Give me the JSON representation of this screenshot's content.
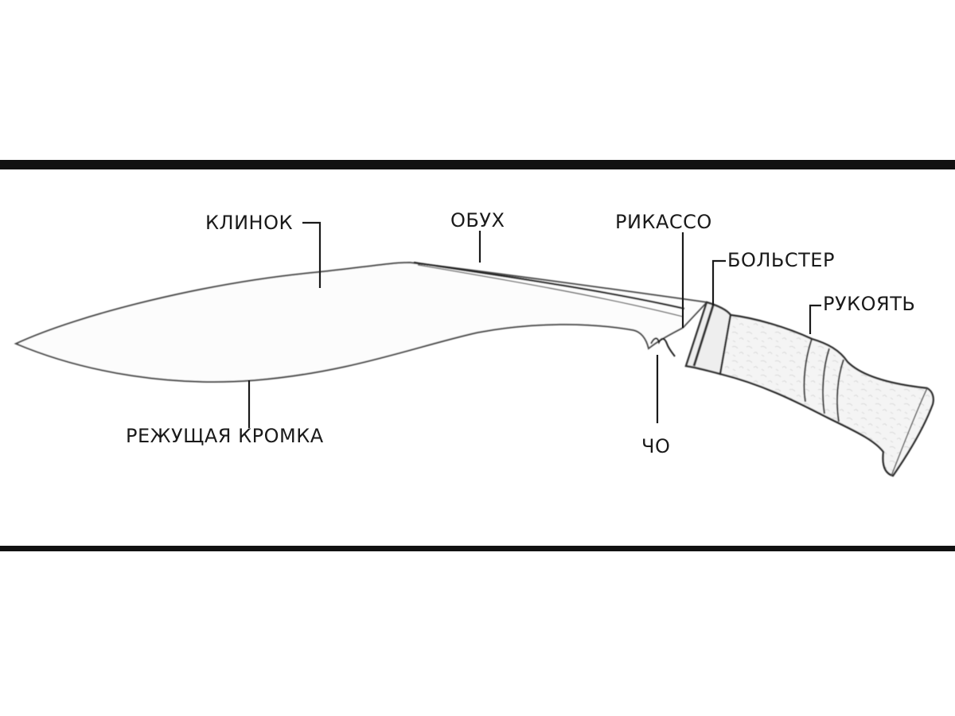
{
  "labels": {
    "blade": "КЛИНОК",
    "spine": "ОБУХ",
    "ricasso": "РИКАССО",
    "bolster": "БОЛЬСТЕР",
    "handle": "РУКОЯТЬ",
    "edge": "РЕЖУЩАЯ КРОМКА",
    "cho": "ЧО"
  }
}
